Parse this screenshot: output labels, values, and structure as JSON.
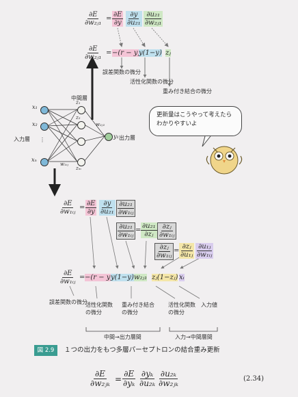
{
  "network": {
    "label_middle": "中間層",
    "label_input": "入力層",
    "label_output": "出力層",
    "x1": "x₁",
    "x2": "x₂",
    "xdots": "⋮",
    "xn": "xₙ",
    "z1": "z₁",
    "z2": "z₂",
    "zm": "zₘ",
    "y1": "y₁",
    "w2j1": "w₂ⱼ₁",
    "w1ij": "w₁ᵢⱼ"
  },
  "eq_top": {
    "lhs_num": "∂E",
    "lhs_den": "∂w₂ⱼ₁",
    "eq": "=",
    "t1_num": "∂E",
    "t1_den": "∂y",
    "t2_num": "∂y",
    "t2_den": "∂u₂₁",
    "t3_num": "∂u₂₁",
    "t3_den": "∂w₂ⱼ₁"
  },
  "eq_top2": {
    "lhs_num": "∂E",
    "lhs_den": "∂w₂ⱼ₁",
    "eq": "=",
    "p1": "−(r − y)",
    "p2": "y(1−y)",
    "p3": "zⱼ"
  },
  "labels_top": {
    "l1": "誤差関数の微分",
    "l2": "活性化関数の微分",
    "l3": "重み付き結合の微分"
  },
  "bubble": {
    "line1": "更新量はこうやって考えたら",
    "line2": "わかりやすいよ"
  },
  "eq_mid": {
    "lhs_num": "∂E",
    "lhs_den": "∂w₁ᵢⱼ",
    "eq": "=",
    "a_num": "∂E",
    "a_den": "∂y",
    "b_num": "∂y",
    "b_den": "∂u₂₁",
    "c_num": "∂u₂₁",
    "c_den": "∂w₁ᵢⱼ",
    "d_num": "∂u₂₁",
    "d_den": "∂w₁ᵢⱼ",
    "e_num": "∂u₂₁",
    "e_den": "∂zⱼ",
    "f_num": "∂zⱼ",
    "f_den": "∂w₁ᵢⱼ",
    "g_num": "∂zⱼ",
    "g_den": "∂w₁ᵢⱼ",
    "h_num": "∂zⱼ",
    "h_den": "∂u₁ⱼ",
    "i_num": "∂u₁ⱼ",
    "i_den": "∂w₁ᵢⱼ"
  },
  "eq_bottom": {
    "lhs_num": "∂E",
    "lhs_den": "∂w₁ᵢⱼ",
    "eq": "=",
    "p1": "−(r − y)",
    "p2": "y(1−y)",
    "p3": "w₂ⱼ₁",
    "p4": "zⱼ(1−zⱼ)",
    "p5": "xᵢ"
  },
  "labels_bottom": {
    "l1": "誤差関数の微分",
    "l2a": "活性化関数",
    "l2b": "の微分",
    "l3a": "重み付き結合",
    "l3b": "の微分",
    "l4a": "活性化関数",
    "l4b": "の微分",
    "l5": "入力値",
    "g1": "中間→出力層間",
    "g2": "入力→中間層間"
  },
  "figure": {
    "tag": "図 2.9",
    "caption": "１つの出力をもつ多層パーセプトロンの結合重み更新"
  },
  "eq_final": {
    "lhs_num": "∂E",
    "lhs_den": "∂w₂ⱼₖ",
    "eq": "=",
    "r1_num": "∂E",
    "r1_den": "∂yₖ",
    "r2_num": "∂yₖ",
    "r2_den": "∂u₂ₖ",
    "r3_num": "∂u₂ₖ",
    "r3_den": "∂w₂ⱼₖ",
    "number": "(2.34)"
  },
  "colors": {
    "pink": "#f4c4d6",
    "blue": "#bfe0ee",
    "green": "#cfe8c4",
    "teal": "#3a9c91",
    "input_node": "#7fb8d8",
    "output_node": "#a2cf9e"
  }
}
